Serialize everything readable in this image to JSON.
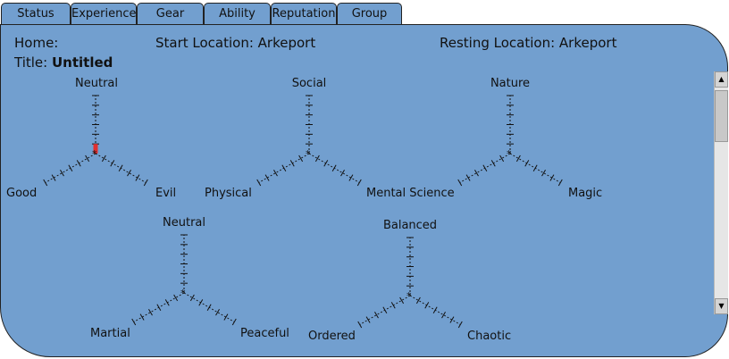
{
  "tabs": [
    {
      "label": "Status"
    },
    {
      "label": "Experience"
    },
    {
      "label": "Gear"
    },
    {
      "label": "Ability"
    },
    {
      "label": "Reputation",
      "active": true
    },
    {
      "label": "Group"
    }
  ],
  "info": {
    "home_label": "Home:",
    "home_value": "",
    "start_label": "Start Location: Arkeport",
    "resting_label": "Resting Location: Arkeport",
    "title_label": "Title:",
    "title_value": "Untitled"
  },
  "triads": [
    {
      "top": "Neutral",
      "left": "Good",
      "right": "Evil",
      "value_axis": "top",
      "value": 1,
      "max": 6
    },
    {
      "top": "Social",
      "left": "Physical",
      "right": "Mental Science",
      "value_axis": null,
      "value": 0,
      "max": 6
    },
    {
      "top": "Nature",
      "left": "",
      "right": "Magic",
      "value_axis": null,
      "value": 0,
      "max": 6
    },
    {
      "top": "Neutral",
      "left": "Martial",
      "right": "Peaceful",
      "value_axis": null,
      "value": 0,
      "max": 6
    },
    {
      "top": "Balanced",
      "left": "Ordered",
      "right": "Chaotic",
      "value_axis": null,
      "value": 0,
      "max": 6
    }
  ],
  "scrollbar": {
    "up_icon": "▲",
    "down_icon": "▼"
  },
  "colors": {
    "panel": "#729fcf",
    "indicator": "#e03030"
  }
}
